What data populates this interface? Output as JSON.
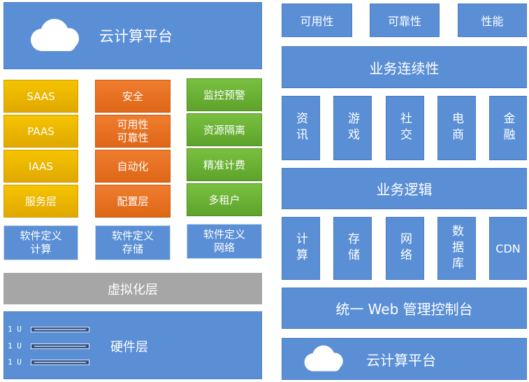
{
  "left": {
    "cloud_title": "云计算平台",
    "col1": [
      "SAAS",
      "PAAS",
      "IAAS",
      "服务层"
    ],
    "col2": [
      "安全",
      "可用性\n可靠性",
      "自动化",
      "配置层"
    ],
    "col3": [
      "监控预警",
      "资源隔离",
      "精准计费",
      "多租户"
    ],
    "software": [
      "软件定义\n计算",
      "软件定义\n存储",
      "软件定义\n网络"
    ],
    "virtual": "虚拟化层",
    "hardware": "硬件层",
    "units": [
      "1 U",
      "1 U",
      "1 U"
    ]
  },
  "right": {
    "top": [
      "可用性",
      "可靠性",
      "性能"
    ],
    "continuity": "业务连续性",
    "business_types": [
      "资讯",
      "游戏",
      "社交",
      "电商",
      "金融"
    ],
    "logic": "业务逻辑",
    "resources": [
      "计算",
      "存储",
      "网络",
      "数据库",
      "CDN"
    ],
    "console": "统一 Web 管理控制台",
    "cloud_title": "云计算平台"
  },
  "colors": {
    "blue": "#5a8fd6",
    "gray": "#a6a6a6",
    "yellow": "#f5c400",
    "orange": "#f07d2f",
    "green": "#79c040"
  }
}
